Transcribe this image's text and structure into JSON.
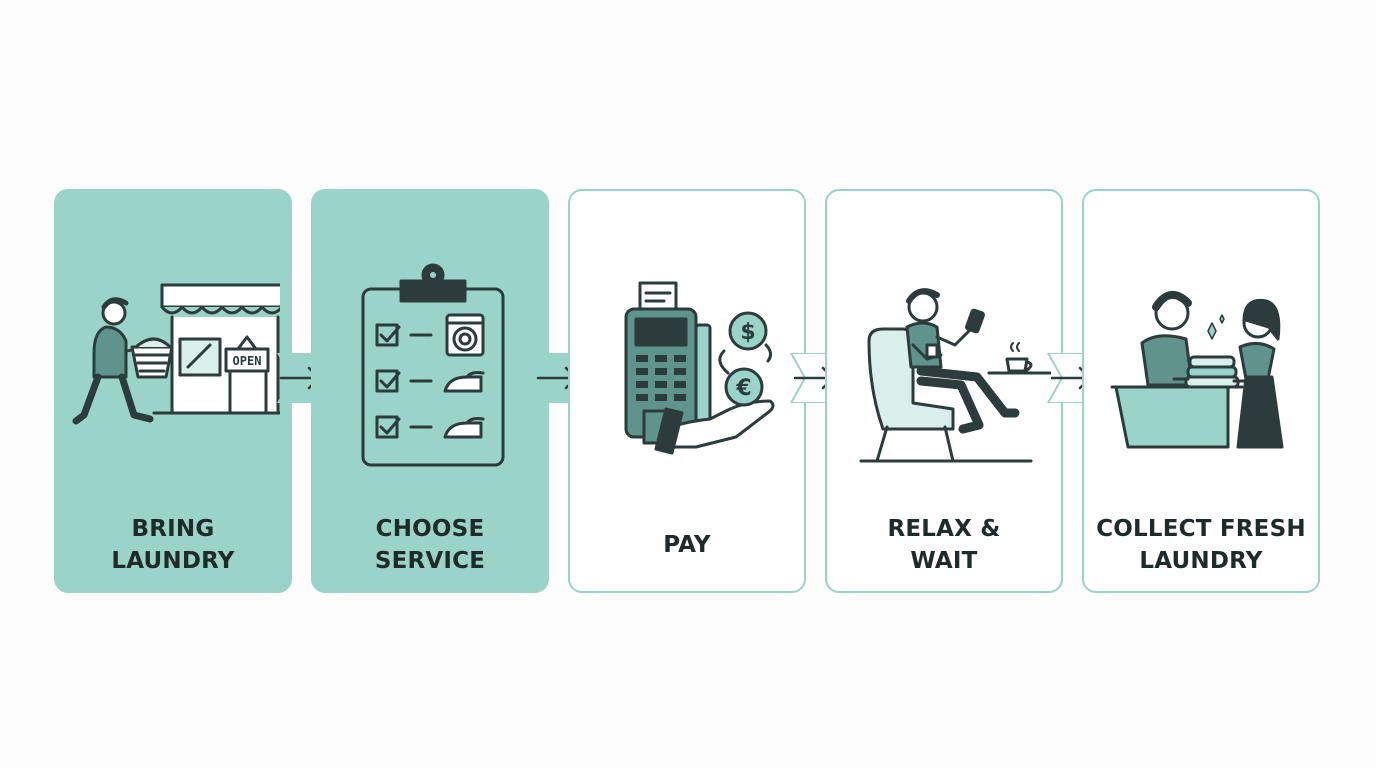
{
  "steps": [
    {
      "id": "bring",
      "lines": [
        "BRING",
        "LAUNDRY"
      ],
      "active": true
    },
    {
      "id": "choose",
      "lines": [
        "CHOOSE",
        "SERVICE"
      ],
      "active": true
    },
    {
      "id": "pay",
      "lines": [
        "PAY"
      ],
      "active": false
    },
    {
      "id": "relax",
      "lines": [
        "RELAX &",
        "WAIT"
      ],
      "active": false
    },
    {
      "id": "collect",
      "lines": [
        "COLLECT FRESH",
        "LAUNDRY"
      ],
      "active": false
    }
  ],
  "illustrations": {
    "shop_sign": "OPEN",
    "currency_symbols": [
      "$",
      "€"
    ]
  },
  "icons": [
    "person-carrying-basket-icon",
    "storefront-icon",
    "clipboard-checklist-icon",
    "washing-machine-icon",
    "iron-icon",
    "card-terminal-icon",
    "hand-icon",
    "dollar-coin-icon",
    "euro-coin-icon",
    "person-in-armchair-icon",
    "coffee-cup-icon",
    "people-handing-laundry-icon",
    "folded-laundry-icon"
  ],
  "colors": {
    "active_fill": "#9ad3c8",
    "inactive_border": "#9bd3c9",
    "ink": "#2c3b3b",
    "text": "#1f2a2a"
  }
}
